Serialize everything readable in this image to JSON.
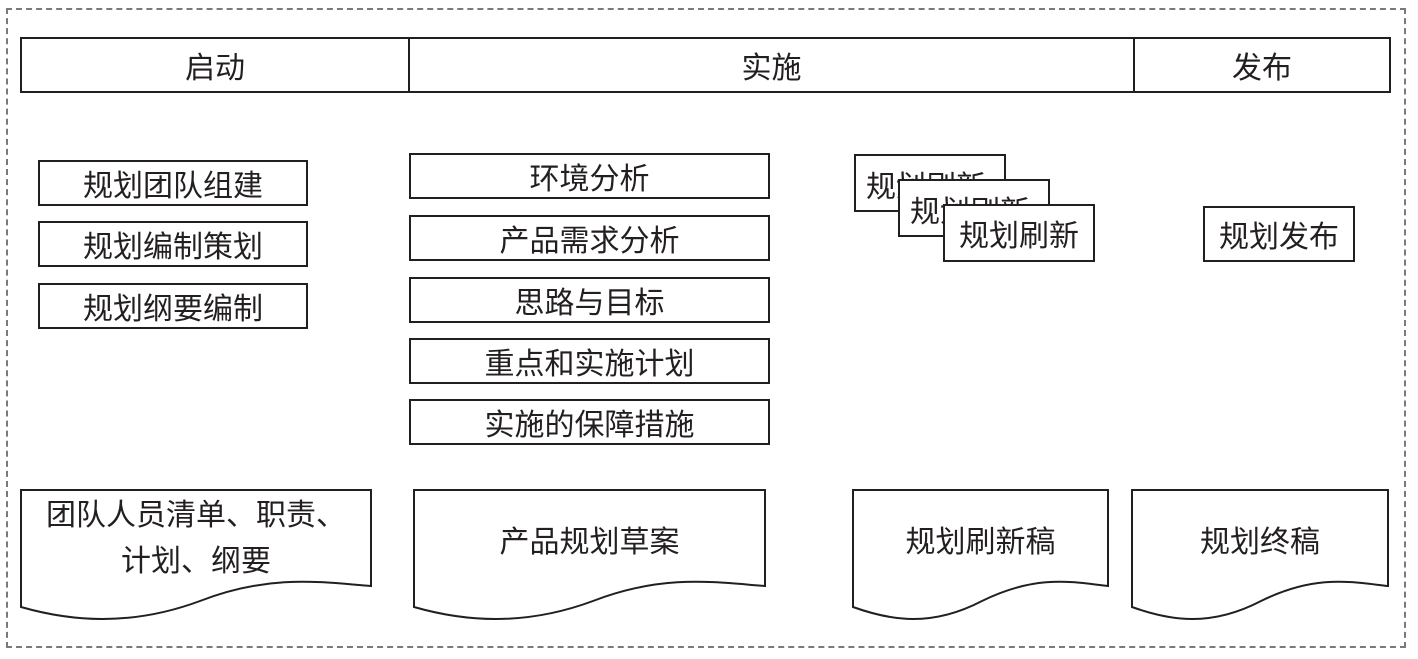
{
  "phases": {
    "start": "启动",
    "implement": "实施",
    "release": "发布"
  },
  "start_tasks": [
    "规划团队组建",
    "规划编制策划",
    "规划纲要编制"
  ],
  "implement_tasks": [
    "环境分析",
    "产品需求分析",
    "思路与目标",
    "重点和实施计划",
    "实施的保障措施"
  ],
  "refresh_stack": [
    "规划刷新",
    "规划刷新",
    "规划刷新"
  ],
  "release_task": "规划发布",
  "documents": {
    "start_doc_line1": "团队人员清单、职责、",
    "start_doc_line2": "计划、纲要",
    "implement_doc": "产品规划草案",
    "refresh_doc": "规划刷新稿",
    "release_doc": "规划终稿"
  }
}
